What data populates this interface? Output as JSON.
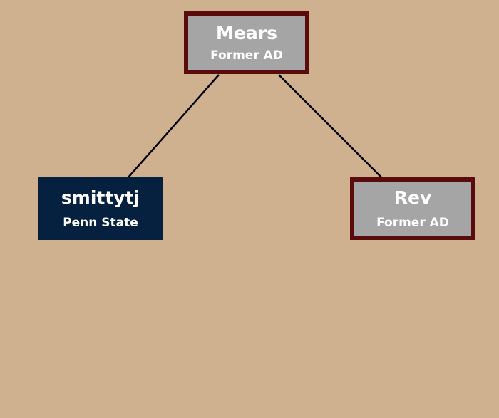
{
  "colors": {
    "background": "#cfb08f",
    "former_ad_fill": "#a5a5a5",
    "former_ad_border": "#5a0b0b",
    "penn_state_fill": "#06203f",
    "connector": "#000000",
    "text": "#ffffff"
  },
  "nodes": {
    "root": {
      "name": "Mears",
      "subtitle": "Former AD"
    },
    "left": {
      "name": "smittytj",
      "subtitle": "Penn State"
    },
    "right": {
      "name": "Rev",
      "subtitle": "Former AD"
    }
  }
}
